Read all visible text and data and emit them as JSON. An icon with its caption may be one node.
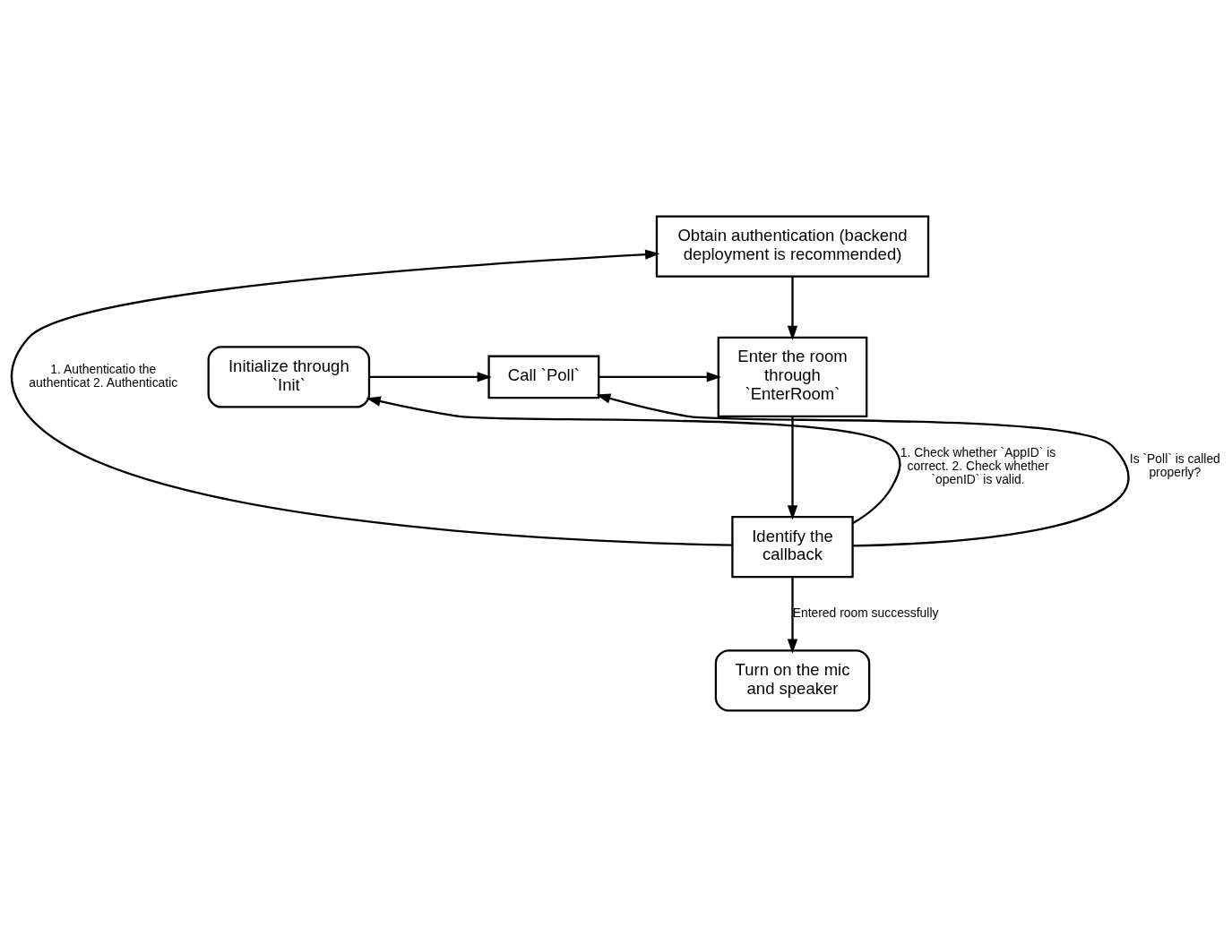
{
  "diagram": {
    "nodes": [
      {
        "text": [
          "Obtain authentication (backend deployment is recommended)"
        ]
      },
      {
        "text": [
          "Initialize through `Init`"
        ]
      },
      {
        "text": [
          "Call `Poll`"
        ]
      },
      {
        "text": [
          "Enter the room through `EnterRoom`"
        ]
      },
      {
        "text": [
          "Identify the callback"
        ]
      },
      {
        "text": [
          "Turn on the mic and speaker"
        ]
      }
    ],
    "edges": [
      {
        "from": 0,
        "to": 3,
        "arrow": "to"
      },
      {
        "from": 1,
        "to": 2,
        "arrow": "to"
      },
      {
        "from": 2,
        "to": 3,
        "arrow": "to"
      },
      {
        "from": 3,
        "to": 4,
        "arrow": "to"
      },
      {
        "from": 4,
        "to": 1,
        "arrow": "to",
        "label": "1. Check whether `AppID` is correct. 2. Check whether `openID` is valid."
      },
      {
        "from": 4,
        "to": 2,
        "arrow": "to",
        "label": "Is `Poll` is called properly?"
      },
      {
        "from": 4,
        "to": 0,
        "arrow": "to",
        "label": "1. Authenticatio the authenticat 2. Authenticatic"
      },
      {
        "from": 4,
        "to": 5,
        "arrow": "to",
        "label": "Entered room successfully"
      }
    ]
  }
}
